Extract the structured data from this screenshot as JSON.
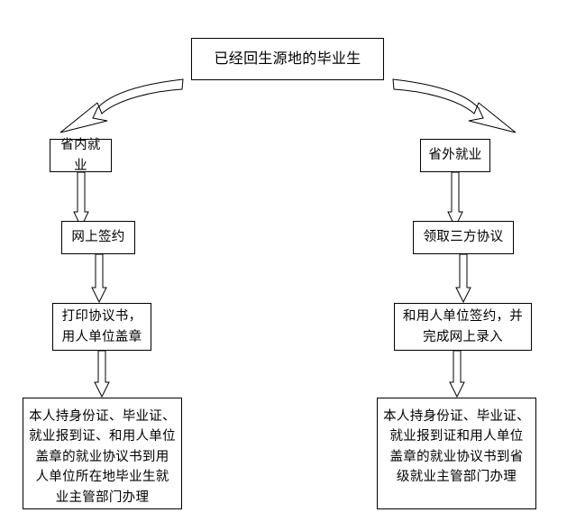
{
  "diagram": {
    "title_node": {
      "label": "已经回生源地的毕业生"
    },
    "branches": [
      {
        "name": "in-province",
        "steps": [
          {
            "label": "省内就业"
          },
          {
            "label": "网上签约"
          },
          {
            "label": "打印协议书，\n用人单位盖章"
          },
          {
            "label": "本人持身份证、毕业证、\n就业报到证、和用人单位\n盖章的就业协议书到用\n人单位所在地毕业生就\n业主管部门办理"
          }
        ]
      },
      {
        "name": "out-of-province",
        "steps": [
          {
            "label": "省外就业"
          },
          {
            "label": "领取三方协议"
          },
          {
            "label": "和用人单位签约，并\n完成网上录入"
          },
          {
            "label": "本人持身份证、毕业证、\n就业报到证和用人单位\n盖章的就业协议书到省\n级就业主管部门办理"
          }
        ]
      }
    ],
    "colors": {
      "stroke": "#000000",
      "fill": "#ffffff",
      "text": "#000000"
    }
  }
}
